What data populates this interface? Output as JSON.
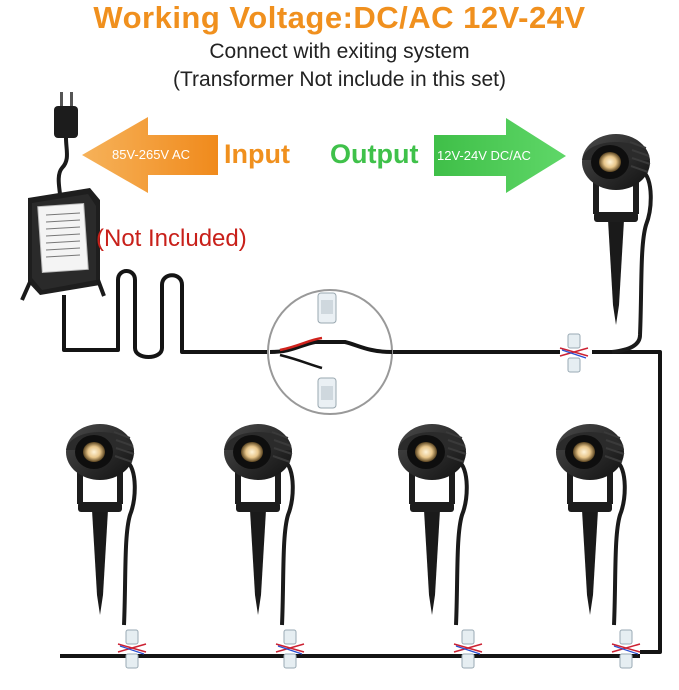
{
  "header": {
    "title": "Working Voltage:DC/AC 12V-24V",
    "line1": "Connect with exiting system",
    "line2": "(Transformer Not include in this set)"
  },
  "input_arrow": {
    "voltage": "85V-265V AC",
    "label": "Input",
    "color": "#f0901e"
  },
  "output_arrow": {
    "label": "Output",
    "voltage": "12V-24V DC/AC",
    "color": "#3fc14a"
  },
  "transformer": {
    "note": "(Not Included)"
  },
  "icons": [
    "plug-icon",
    "transformer-icon",
    "spotlight-icon",
    "wire-connector-icon"
  ]
}
